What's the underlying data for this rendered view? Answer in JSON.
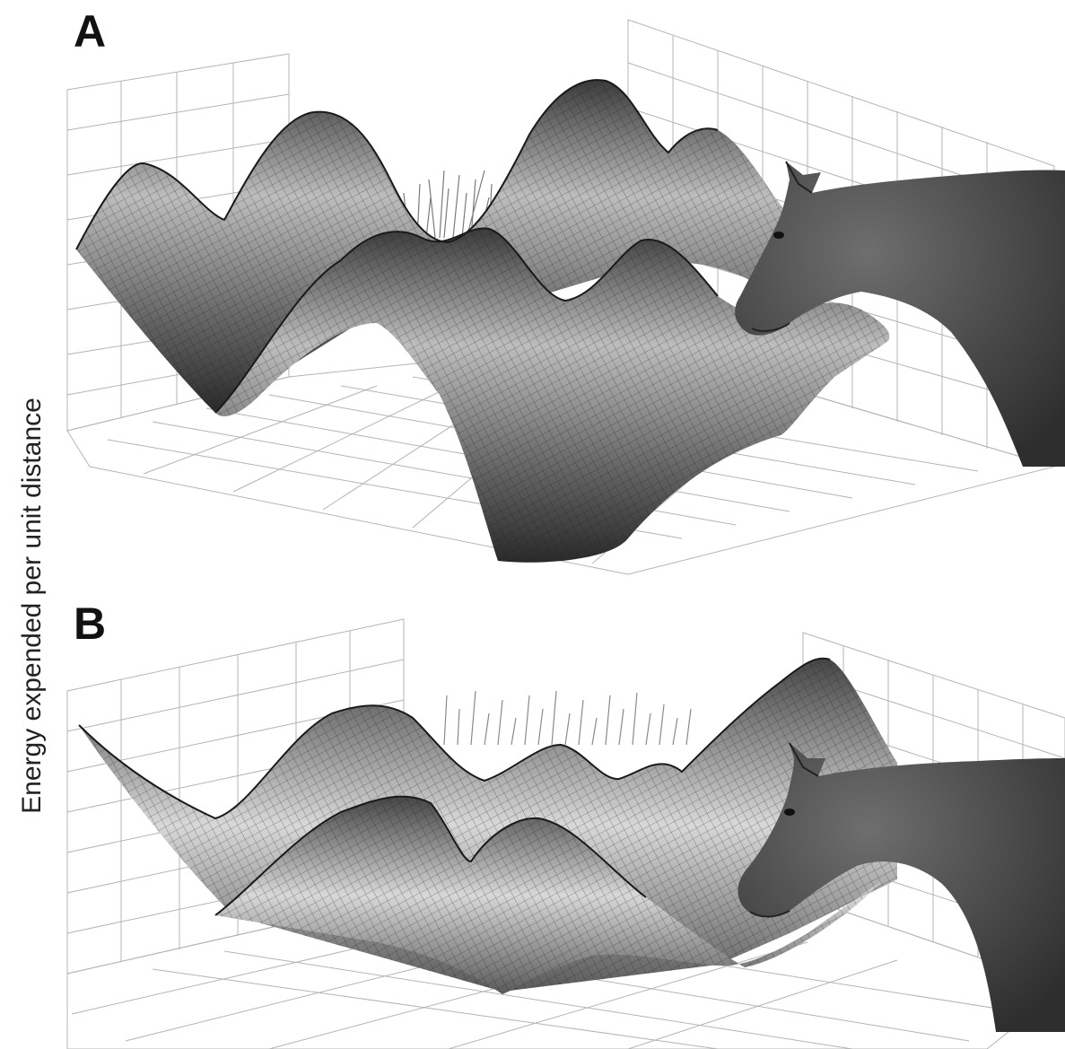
{
  "figure": {
    "y_axis_label": "Energy expended per unit distance",
    "panels": [
      {
        "id": "A",
        "label": "A",
        "content": "3D wireframe energy landscape: rugged, several deep valleys and high peaks, grass tuft at back centre, horse head on right"
      },
      {
        "id": "B",
        "label": "B",
        "content": "3D wireframe energy landscape: smoother, shallower valleys and lower peaks, grass at back centre, horse head on right"
      }
    ],
    "icons": [
      "horse-head-icon",
      "grass-tuft-icon"
    ],
    "colors": {
      "surface_dark": "#3a3a3a",
      "surface_light": "#e6e6e6",
      "grid": "#b4b4b4",
      "horse": "#4a4a4a"
    }
  }
}
